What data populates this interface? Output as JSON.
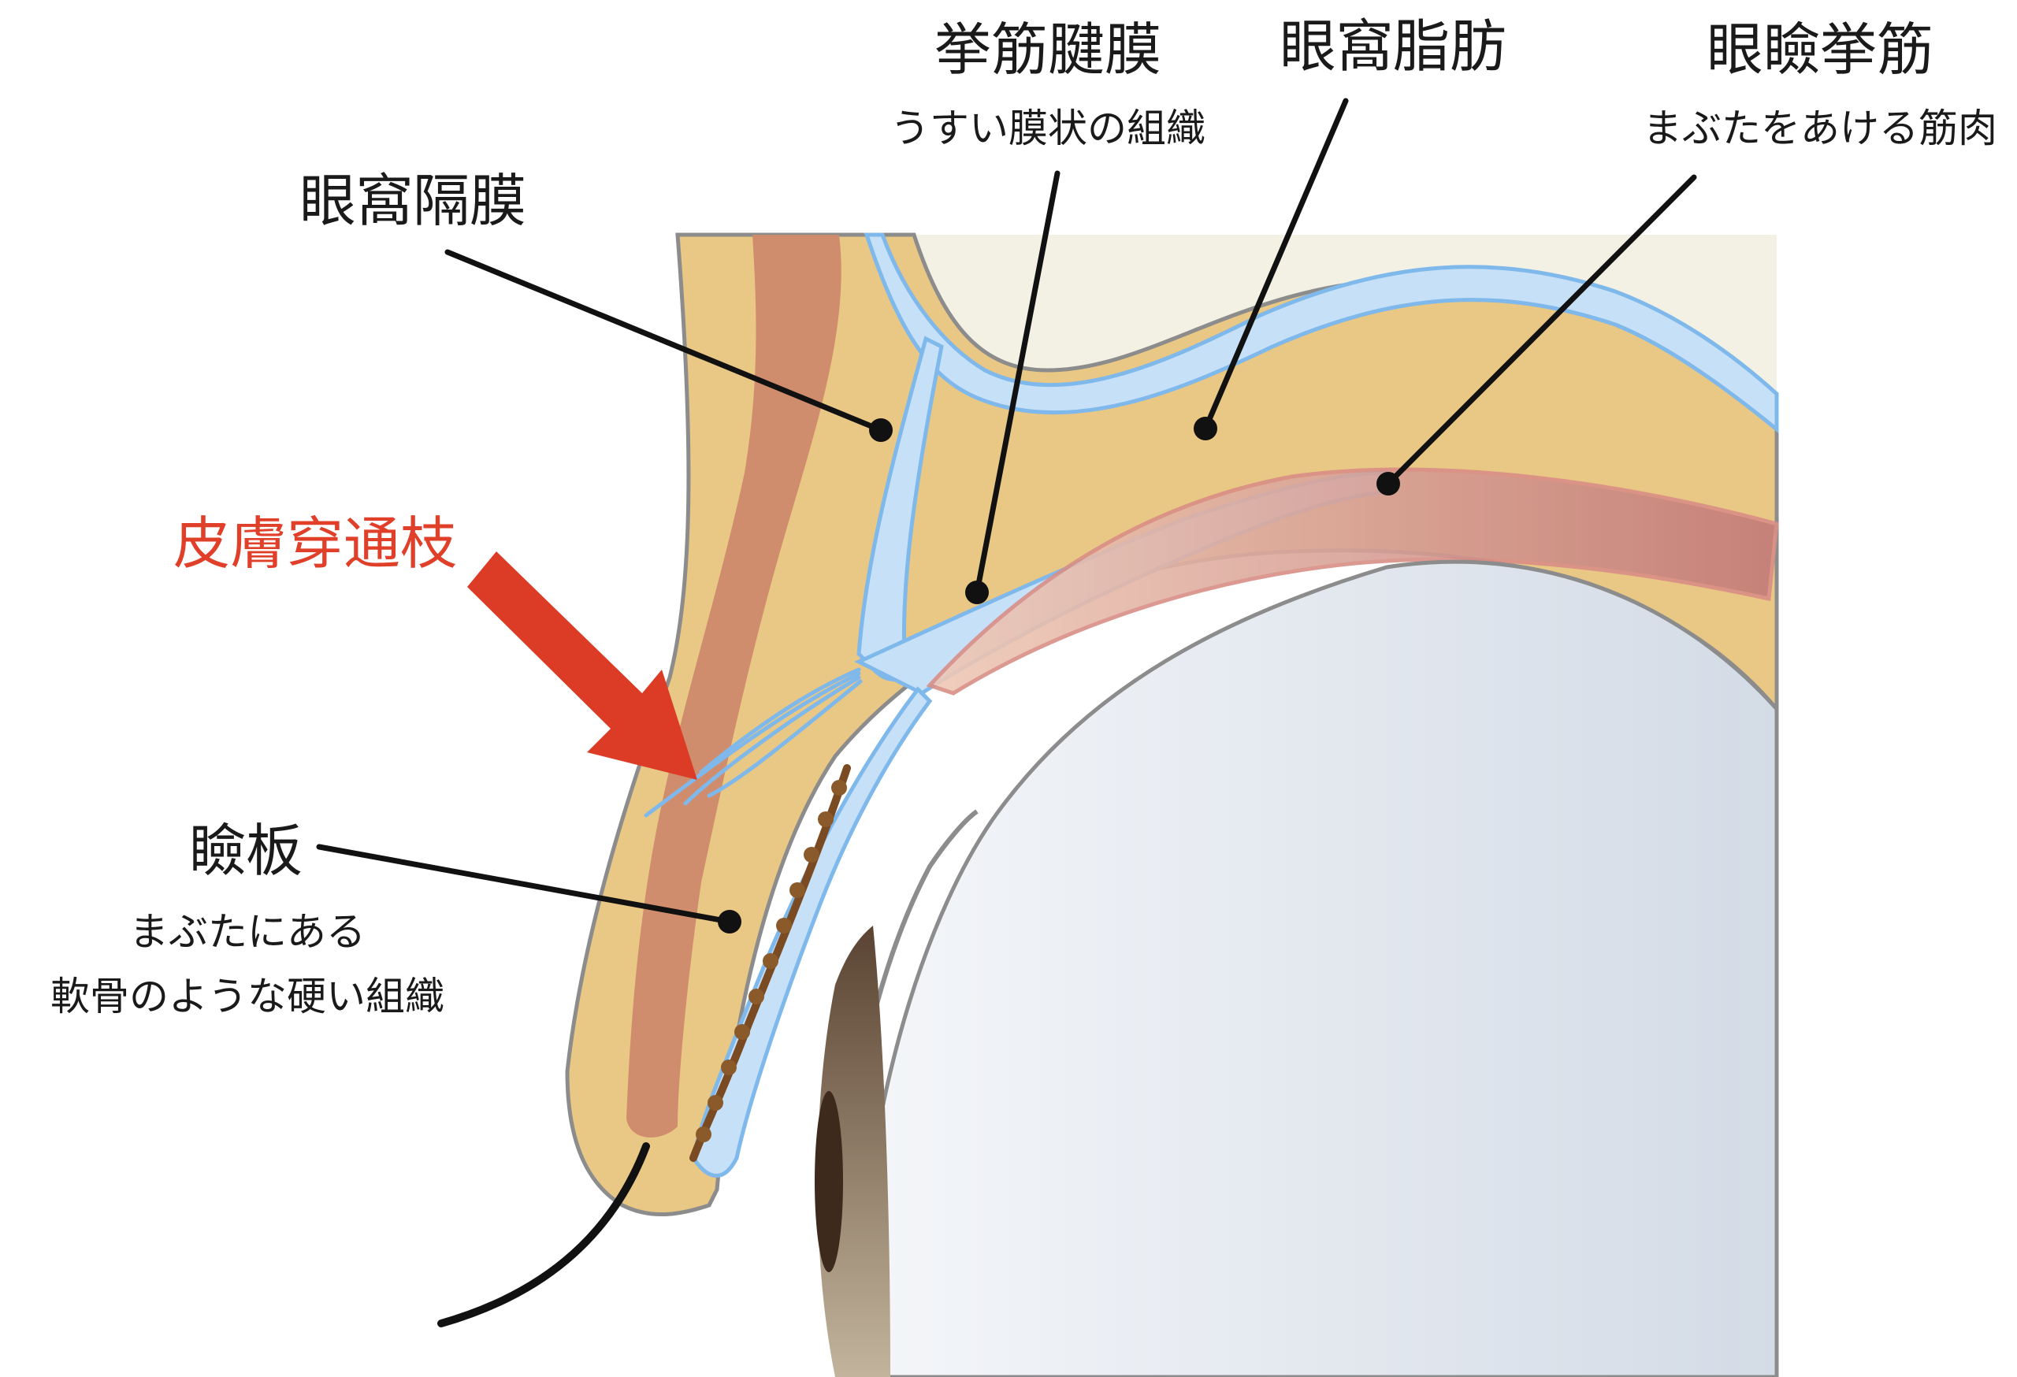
{
  "labels": {
    "orbital_septum": {
      "title": "眼窩隔膜"
    },
    "levator_aponeurosis": {
      "title": "挙筋腱膜",
      "desc": "うすい膜状の組織"
    },
    "orbital_fat": {
      "title": "眼窩脂肪"
    },
    "levator_muscle": {
      "title": "眼瞼挙筋",
      "desc": "まぶたをあける筋肉"
    },
    "cutaneous_branch": {
      "title": "皮膚穿通枝"
    },
    "tarsus": {
      "title": "瞼板",
      "desc_line1": "まぶたにある",
      "desc_line2": "軟骨のような硬い組織"
    }
  },
  "colors": {
    "fat": "#e9c784",
    "orbicularis": "#cf8a6c",
    "aponeurosis": "#c6e0f8",
    "aponeurosis_edge": "#7fb8ea",
    "levator": "#d79a8e",
    "eyeball": "#e3e8ef",
    "background_tissue": "#f3f1e4",
    "tarsal_gland": "#7a4a22",
    "arrow": "#dc3c26",
    "leader": "#111111"
  }
}
